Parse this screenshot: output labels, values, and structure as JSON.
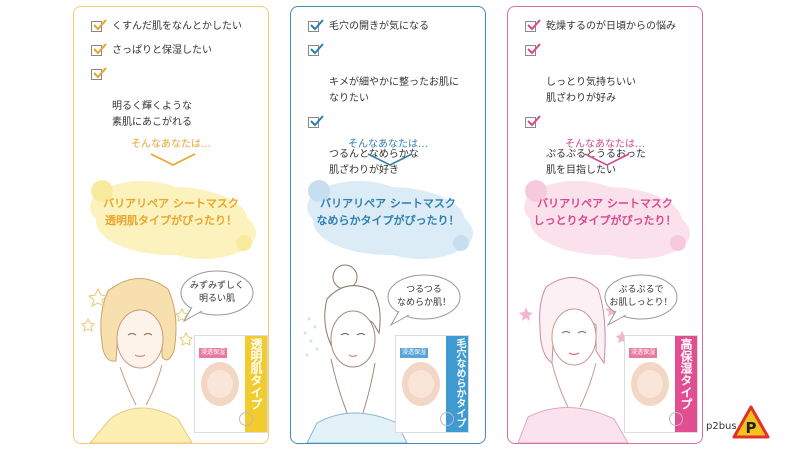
{
  "panels": [
    {
      "checks": [
        "くすんだ肌をなんとかしたい",
        "さっぱりと保湿したい",
        "明るく輝くような\n素肌にあこがれる"
      ],
      "lead": "そんなあなたは…",
      "bubble_line1": "バリアリペア シートマスク",
      "bubble_line2": "透明肌タイプがぴったり！",
      "speech": "みずみずしく\n明るい肌",
      "product_tag": "浸透保湿",
      "product_band": "透明肌タイプ",
      "accent": "#e8a52a"
    },
    {
      "checks": [
        "毛穴の開きが気になる",
        "キメが細やかに整ったお肌に\nなりたい",
        "つるんとなめらかな\n肌ざわりが好き"
      ],
      "lead": "そんなあなたは…",
      "bubble_line1": "バリアリペア シートマスク",
      "bubble_line2": "なめらかタイプがぴったり！",
      "speech": "つるつる\nなめらか肌！",
      "product_tag": "浸透保湿",
      "product_band": "毛穴なめらかタイプ",
      "accent": "#2f7fae"
    },
    {
      "checks": [
        "乾燥するのが日頃からの悩み",
        "しっとり気持ちいい\n肌ざわりが好み",
        "ぷるぷるとうるおった\n肌を目指したい"
      ],
      "lead": "そんなあなたは…",
      "bubble_line1": "バリアリペア シートマスク",
      "bubble_line2": "しっとりタイプがぴったり！",
      "speech": "ぷるぷるで\nお肌しっとり！",
      "product_tag": "浸透保湿",
      "product_band": "高保湿タイプ",
      "accent": "#d6488f"
    }
  ],
  "logo": {
    "text": "p2bus",
    "mark": "P"
  }
}
